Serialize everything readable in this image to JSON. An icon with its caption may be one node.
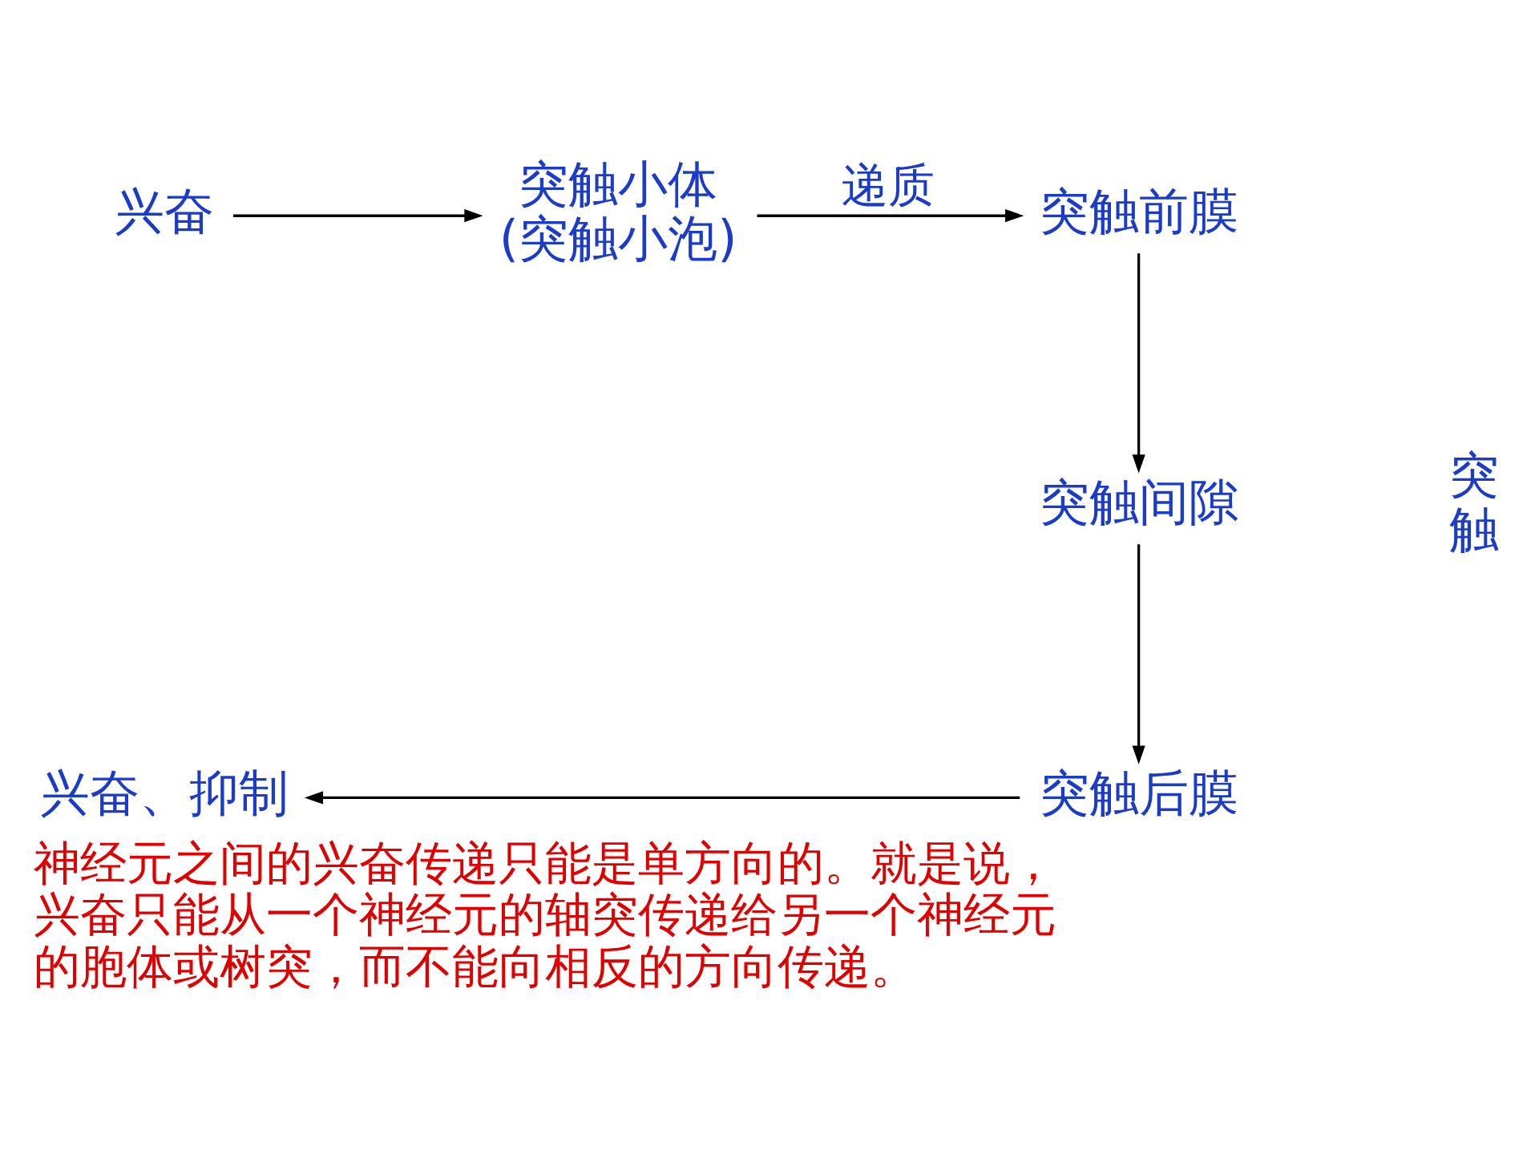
{
  "diagram": {
    "caption": "神经元之间的兴奋传递只能是单方向的。就是说，兴奋只能从一个神经元的轴突传递给另一个神经元的胞体或树突，而不能向相反的方向传递。",
    "nodes": [
      {
        "text": [
          "兴奋"
        ]
      },
      {
        "text": [
          "突触小体",
          "(突触小泡)"
        ]
      },
      {
        "text": [
          "突触前膜"
        ]
      },
      {
        "text": [
          "突触间隙"
        ]
      },
      {
        "text": [
          "突触后膜"
        ]
      },
      {
        "text": [
          "兴奋、抑制"
        ]
      }
    ],
    "edges": [
      {
        "from": 0,
        "to": 1,
        "arrow": "to"
      },
      {
        "from": 1,
        "to": 2,
        "label": "递质",
        "arrow": "to"
      },
      {
        "from": 2,
        "to": 3,
        "arrow": "to"
      },
      {
        "from": 3,
        "to": 4,
        "arrow": "to"
      },
      {
        "from": 4,
        "to": 5,
        "arrow": "to"
      }
    ],
    "labels": [
      "突触"
    ]
  }
}
